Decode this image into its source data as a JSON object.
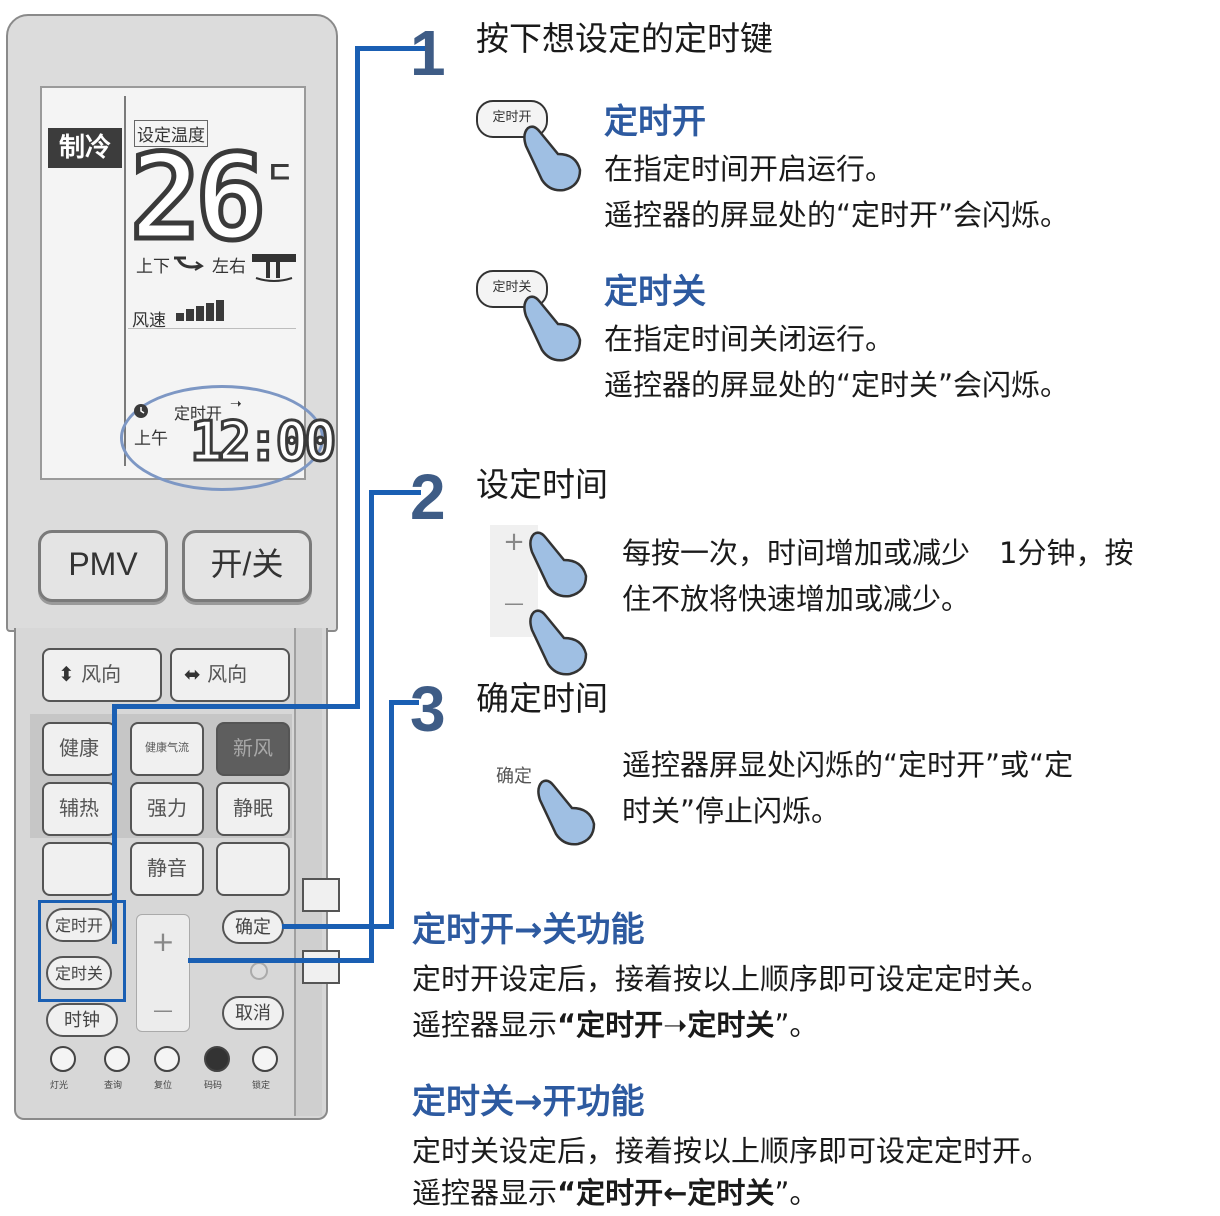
{
  "remote": {
    "mode": "制冷",
    "set_temp_label": "设定温度",
    "temperature": "26",
    "temp_unit": "ㄷ",
    "swing_vertical_label": "上下",
    "swing_horizontal_label": "左右",
    "fan_label": "风速",
    "timer_indicator": "定时开",
    "am_label": "上午",
    "clock": "12:00",
    "pmv_button": "PMV",
    "power_button": "开/关",
    "vertical_swing_button": "风向",
    "horizontal_swing_button": "风向",
    "health_button": "健康",
    "health_air_button": "健康气流",
    "fresh_air_button": "新风",
    "aux_heat_button": "辅热",
    "turbo_button": "强力",
    "sleep_button": "静眠",
    "mute_button": "静音",
    "timer_on_button": "定时开",
    "timer_off_button": "定时关",
    "clock_button": "时钟",
    "confirm_button": "确定",
    "cancel_button": "取消",
    "plus": "+",
    "minus": "—",
    "bottom_labels": [
      "灯光",
      "查询",
      "复位",
      "码码",
      "锁定"
    ]
  },
  "steps": {
    "step1": {
      "number": "1",
      "title": "按下想设定的定时键",
      "timer_on": {
        "icon_label": "定时开",
        "heading": "定时开",
        "line1": "在指定时间开启运行。",
        "line2": "遥控器的屏显处的“定时开”会闪烁。"
      },
      "timer_off": {
        "icon_label": "定时关",
        "heading": "定时关",
        "line1": "在指定时间关闭运行。",
        "line2": "遥控器的屏显处的“定时关”会闪烁。"
      }
    },
    "step2": {
      "number": "2",
      "title": "设定时间",
      "plus": "+",
      "minus": "—",
      "line1": "每按一次，时间增加或减少　1分钟，按",
      "line2": "住不放将快速增加或减少。"
    },
    "step3": {
      "number": "3",
      "title": "确定时间",
      "icon_label": "确定",
      "line1": "遥控器屏显处闪烁的“定时开”或“定",
      "line2": "时关”停止闪烁。"
    }
  },
  "functions": {
    "on_to_off": {
      "heading": "定时开→关功能",
      "line1": "定时开设定后，接着按以上顺序即可设定定时关。",
      "line2_prefix": "遥控器显示",
      "line2_strong": "“定时开➝定时关",
      "line2_suffix": "”。"
    },
    "off_to_on": {
      "heading": "定时关→开功能",
      "line1": "定时关设定后，接着按以上顺序即可设定定时开。",
      "line2_prefix": "遥控器显示",
      "line2_strong": "“定时开←定时关",
      "line2_suffix": "”。"
    }
  },
  "colors": {
    "accent_blue": "#2d5aa0",
    "connector_blue": "#1a5fb3",
    "step_number": "#3e5c86"
  }
}
